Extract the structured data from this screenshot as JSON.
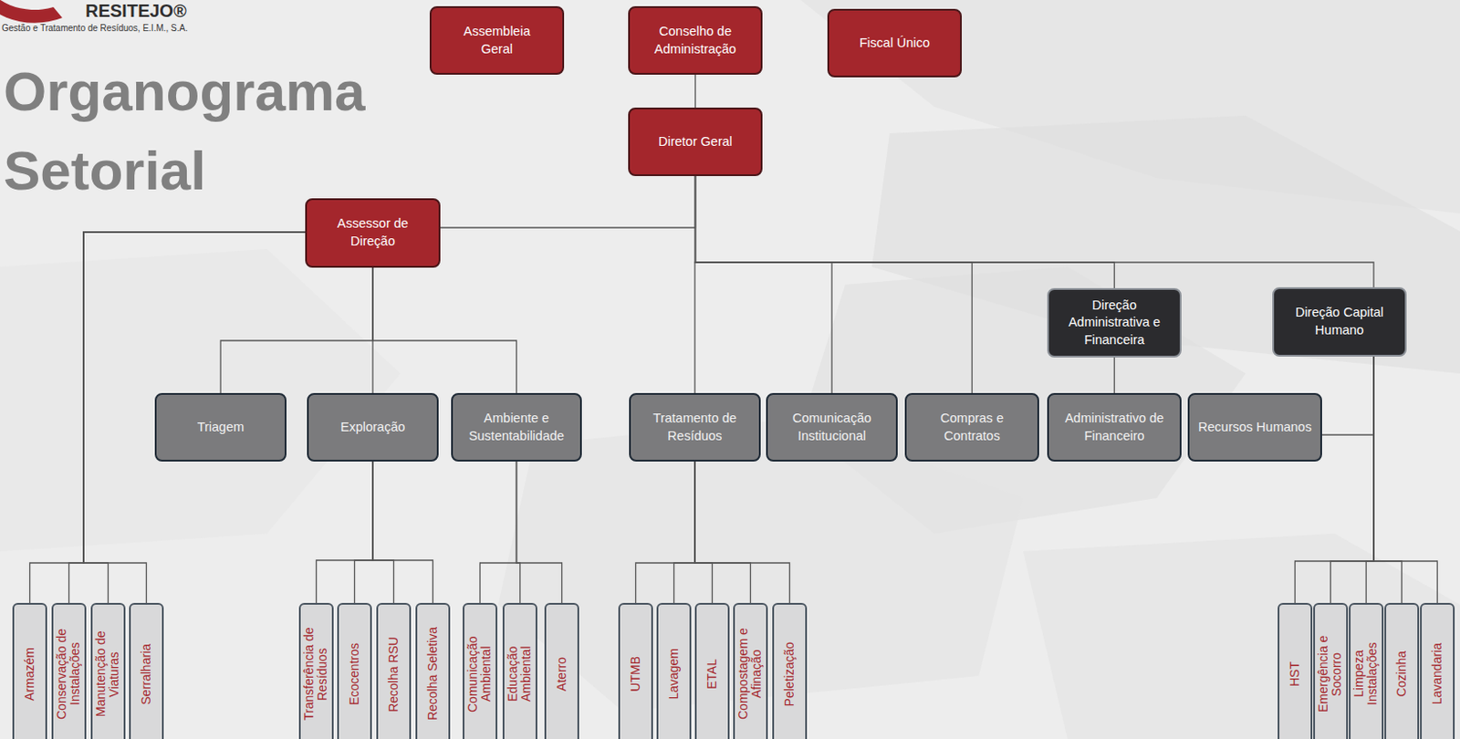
{
  "diagram": {
    "title": "Organograma Setorial",
    "nodes": [
      {
        "text": [
          "Assembleia Geral"
        ]
      },
      {
        "text": [
          "Conselho de Administração"
        ]
      },
      {
        "text": [
          "Fiscal Único"
        ]
      },
      {
        "text": [
          "Diretor Geral"
        ]
      },
      {
        "text": [
          "Assessor de Direção"
        ]
      },
      {
        "text": [
          "Direção Administrativa e Financeira"
        ]
      },
      {
        "text": [
          "Direção Capital Humano"
        ]
      },
      {
        "text": [
          "Triagem"
        ]
      },
      {
        "text": [
          "Exploração"
        ]
      },
      {
        "text": [
          "Ambiente e Sustentabilidade"
        ]
      },
      {
        "text": [
          "Tratamento de Resíduos"
        ]
      },
      {
        "text": [
          "Comunicação Institucional"
        ]
      },
      {
        "text": [
          "Compras e Contratos"
        ]
      },
      {
        "text": [
          "Administrativo de Financeiro"
        ]
      },
      {
        "text": [
          "Recursos Humanos"
        ]
      },
      {
        "text": [
          "Armazém"
        ]
      },
      {
        "text": [
          "Conservação de Instalações"
        ]
      },
      {
        "text": [
          "Manutenção de Viaturas"
        ]
      },
      {
        "text": [
          "Serralharia"
        ]
      },
      {
        "text": [
          "Transferência de Resíduos"
        ]
      },
      {
        "text": [
          "Ecocentros"
        ]
      },
      {
        "text": [
          "Recolha RSU"
        ]
      },
      {
        "text": [
          "Recolha Seletiva"
        ]
      },
      {
        "text": [
          "Comunicação Ambiental"
        ]
      },
      {
        "text": [
          "Educação Ambiental"
        ]
      },
      {
        "text": [
          "Aterro"
        ]
      },
      {
        "text": [
          "UTMB"
        ]
      },
      {
        "text": [
          "Lavagem"
        ]
      },
      {
        "text": [
          "ETAL"
        ]
      },
      {
        "text": [
          "Compostagem e Afinação"
        ]
      },
      {
        "text": [
          "Peletização"
        ]
      },
      {
        "text": [
          "HST"
        ]
      },
      {
        "text": [
          "Emergência e Socorro"
        ]
      },
      {
        "text": [
          "Limpeza Instalações"
        ]
      },
      {
        "text": [
          "Cozinha"
        ]
      },
      {
        "text": [
          "Lavandaria"
        ]
      }
    ],
    "edges": [
      {
        "from": 1,
        "to": 3,
        "arrow": "none"
      },
      {
        "from": 3,
        "to": 4,
        "arrow": "none"
      },
      {
        "from": 3,
        "to": 10,
        "arrow": "none"
      },
      {
        "from": 3,
        "to": 11,
        "arrow": "none"
      },
      {
        "from": 3,
        "to": 12,
        "arrow": "none"
      },
      {
        "from": 3,
        "to": 5,
        "arrow": "none"
      },
      {
        "from": 3,
        "to": 6,
        "arrow": "none"
      },
      {
        "from": 4,
        "to": 15,
        "arrow": "none"
      },
      {
        "from": 4,
        "to": 16,
        "arrow": "none"
      },
      {
        "from": 4,
        "to": 17,
        "arrow": "none"
      },
      {
        "from": 4,
        "to": 18,
        "arrow": "none"
      },
      {
        "from": 4,
        "to": 7,
        "arrow": "none"
      },
      {
        "from": 4,
        "to": 8,
        "arrow": "none"
      },
      {
        "from": 4,
        "to": 9,
        "arrow": "none"
      },
      {
        "from": 8,
        "to": 19,
        "arrow": "none"
      },
      {
        "from": 8,
        "to": 20,
        "arrow": "none"
      },
      {
        "from": 8,
        "to": 21,
        "arrow": "none"
      },
      {
        "from": 8,
        "to": 22,
        "arrow": "none"
      },
      {
        "from": 9,
        "to": 23,
        "arrow": "none"
      },
      {
        "from": 9,
        "to": 24,
        "arrow": "none"
      },
      {
        "from": 9,
        "to": 25,
        "arrow": "none"
      },
      {
        "from": 10,
        "to": 26,
        "arrow": "none"
      },
      {
        "from": 10,
        "to": 27,
        "arrow": "none"
      },
      {
        "from": 10,
        "to": 28,
        "arrow": "none"
      },
      {
        "from": 10,
        "to": 29,
        "arrow": "none"
      },
      {
        "from": 10,
        "to": 30,
        "arrow": "none"
      },
      {
        "from": 5,
        "to": 13,
        "arrow": "none"
      },
      {
        "from": 6,
        "to": 14,
        "arrow": "none"
      },
      {
        "from": 6,
        "to": 31,
        "arrow": "none"
      },
      {
        "from": 6,
        "to": 32,
        "arrow": "none"
      },
      {
        "from": 6,
        "to": 33,
        "arrow": "none"
      },
      {
        "from": 6,
        "to": 34,
        "arrow": "none"
      },
      {
        "from": 6,
        "to": 35,
        "arrow": "none"
      }
    ],
    "labels": [
      "RESITEJO®",
      "Gestão e Tratamento de Resíduos, E.I.M., S.A."
    ]
  }
}
